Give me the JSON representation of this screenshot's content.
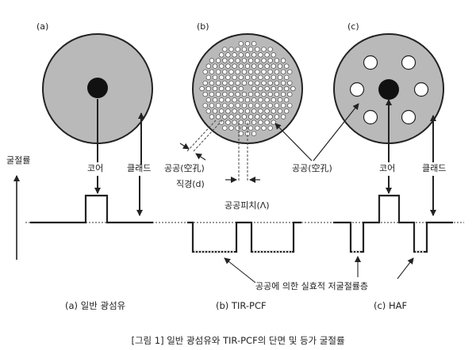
{
  "panels": {
    "a": "(a)",
    "b": "(b)",
    "c": "(c)"
  },
  "labels": {
    "refractive_index": "굴절률",
    "core_a": "코어",
    "cladding_a": "클래드",
    "hole_left": "공공(空孔)",
    "diameter": "직경(d)",
    "hole_right": "공공(空孔)",
    "hole_pitch": "공공피치(Λ)",
    "core_c": "코어",
    "cladding_c": "클래드",
    "hole_effect": "공공에 의한 실효적 저굴절률층"
  },
  "captions": {
    "a": "(a) 일반 광섬유",
    "b": "(b) TIR-PCF",
    "c": "(c) HAF"
  },
  "figure_caption": "[그림 1] 일반 광섬유와 TIR-PCF의 단면 및 등가 굴절률",
  "colors": {
    "fiber_fill": "#b9b9b9",
    "ink": "#222222"
  }
}
